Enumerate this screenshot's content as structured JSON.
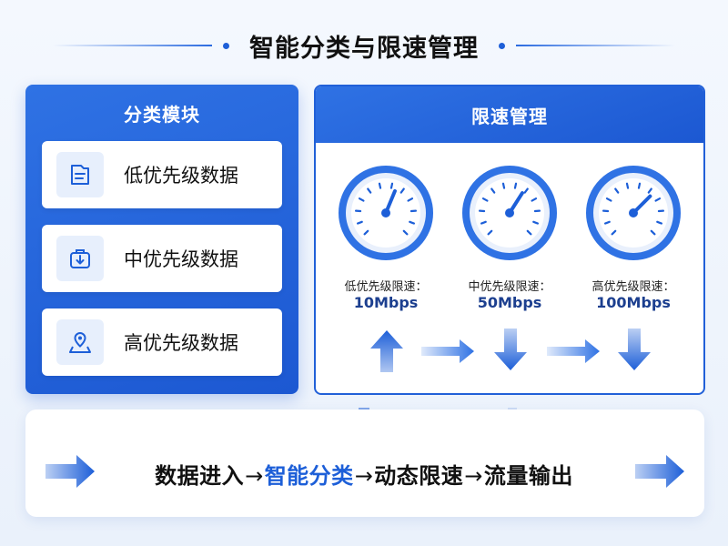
{
  "title": "智能分类与限速管理",
  "left_panel": {
    "header": "分类模块",
    "items": [
      {
        "label": "低优先级数据",
        "icon": "document-icon"
      },
      {
        "label": "中优先级数据",
        "icon": "download-briefcase-icon"
      },
      {
        "label": "高优先级数据",
        "icon": "map-location-icon"
      }
    ]
  },
  "right_panel": {
    "header": "限速管理",
    "gauges": [
      {
        "caption": "低优先级限速：",
        "value": "10Mbps",
        "level": 0.1
      },
      {
        "caption": "中优先级限速：",
        "value": "50Mbps",
        "level": 0.5
      },
      {
        "caption": "高优先级限速：",
        "value": "100Mbps",
        "level": 1.0
      }
    ]
  },
  "flow": {
    "step1": "数据进入",
    "step2": "智能分类",
    "step3": "动态限速",
    "step4": "流量输出",
    "separator": "→"
  },
  "colors": {
    "primary": "#1d5fd8",
    "primary_light": "#2f72e4",
    "icon_bg": "#e7effc"
  }
}
